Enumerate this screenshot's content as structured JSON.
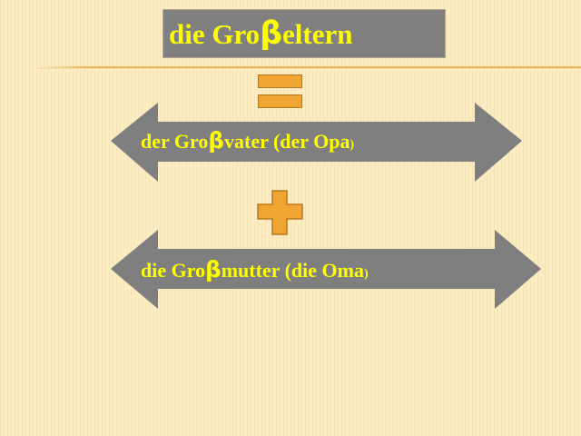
{
  "slide": {
    "title": {
      "pre": "die Gro",
      "beta": "β",
      "post": "eltern"
    },
    "operators": {
      "equals": "equals-sign",
      "plus": "plus-sign"
    },
    "arrows": [
      {
        "pre": "der Gro",
        "beta": "β",
        "post": "vater (der Opa",
        "close": ")"
      },
      {
        "pre": "die Gro",
        "beta": "β",
        "post": "mutter (die Oma",
        "close": ")"
      }
    ],
    "colors": {
      "background": "#fcecc4",
      "title_box": "#808080",
      "text": "#ffff00",
      "operator_fill": "#f0a431",
      "operator_border": "#b57a1f",
      "arrow_fill": "#7f7f7f"
    }
  }
}
